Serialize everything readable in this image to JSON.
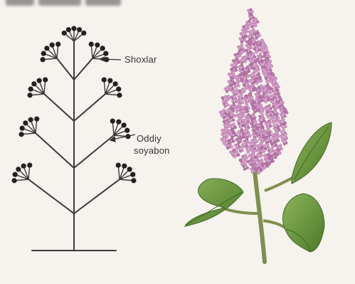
{
  "labels": {
    "branches": "Shoxlar",
    "simple_line1": "Oddiy",
    "simple_line2": "soyabon"
  },
  "colors": {
    "background": "#f6f2ed",
    "stem": "#3a3a3a",
    "bud": "#222222",
    "flower": "#c98bb9",
    "flower_dark": "#a9679a",
    "leaf": "#6f9a3e",
    "leaf_dark": "#4d7a2a",
    "stalk": "#8a9a5b"
  },
  "icons": {
    "inflorescence": "compound-raceme-diagram",
    "lilac": "lilac-flower-illustration"
  }
}
